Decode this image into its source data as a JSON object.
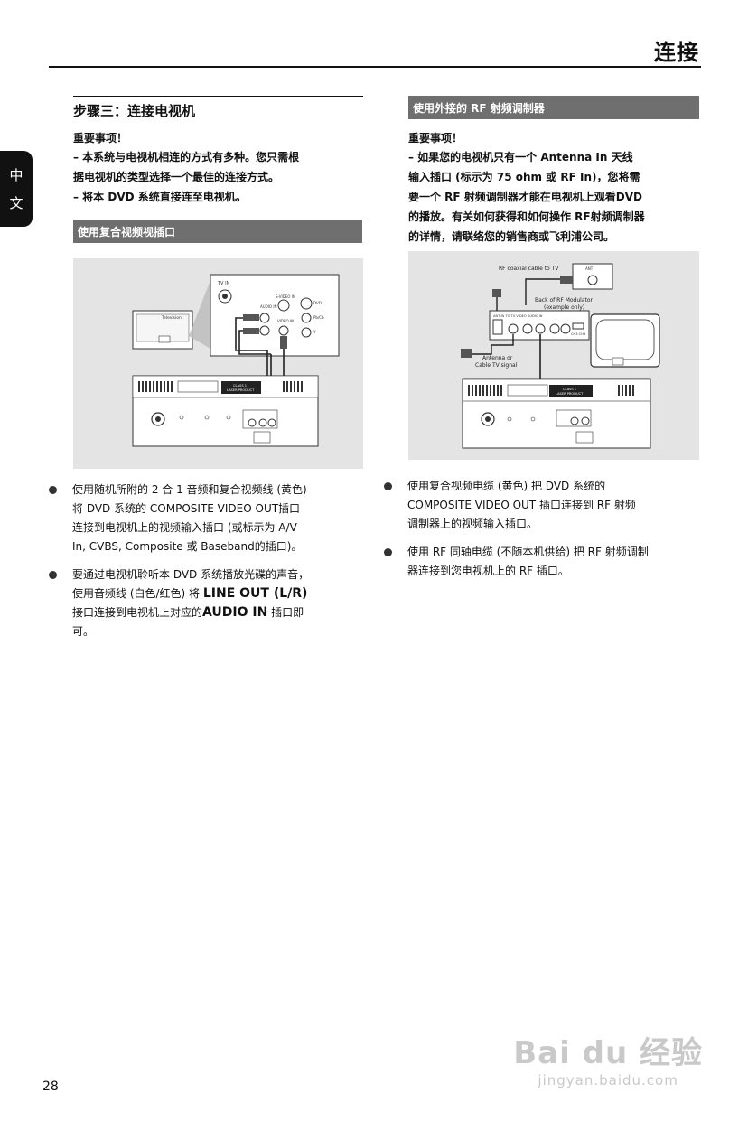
{
  "header": {
    "title": "连接"
  },
  "language_tab": {
    "chars": [
      "中",
      "文"
    ]
  },
  "left": {
    "heading": "步骤三：连接电视机",
    "important_title": "重要事项！",
    "important_lines": [
      "–  本系统与电视机相连的方式有多种。您只需根",
      "据电视机的类型选择一个最佳的连接方式。",
      "–  将本 DVD 系统直接连至电视机。"
    ],
    "section_bar": "使用复合视频视插口",
    "figure_labels": {
      "television": "Television",
      "tv_in": "TV IN",
      "audio_in": "AUDIO IN",
      "svideo_in": "S-VIDEO IN",
      "video_in": "VIDEO IN",
      "dvd": "DVD",
      "pb_pr": "Pb/Cb",
      "y": "Y",
      "class1": "CLASS 1",
      "laser_product": "LASER PRODUCT"
    },
    "bullets": [
      {
        "lines": [
          "使用随机所附的 2 合 1 音频和复合视频线 (黄色)",
          "将 DVD 系统的 COMPOSITE VIDEO OUT插口",
          "连接到电视机上的视频输入插口 (或标示为 A/V",
          "In, CVBS, Composite 或 Baseband的插口)。"
        ]
      },
      {
        "line1": "要通过电视机聆听本 DVD 系统播放光碟的声音，",
        "line2_pre": "使用音频线 (白色/红色) 将 ",
        "line2_bold": "LINE OUT (L/R)",
        "line3_pre": "接口连接到电视机上对应的",
        "line3_bold": "AUDIO IN",
        "line3_post": " 插口即",
        "line4": "可。"
      }
    ]
  },
  "right": {
    "section_bar": "使用外接的 RF 射频调制器",
    "important_title": "重要事项！",
    "important_lines": [
      "–  如果您的电视机只有一个 Antenna In 天线",
      "输入插口 (标示为 75 ohm 或 RF In)，您将需",
      "要一个 RF 射频调制器才能在电视机上观看DVD",
      "的播放。有关如何获得和如何操作 RF射频调制器",
      "的详情，请联络您的销售商或飞利浦公司。"
    ],
    "figure_labels": {
      "rf_cable": "RF coaxial cable to TV",
      "ant_in": "ANT",
      "back_of_modulator": "Back of RF Modulator",
      "example_only": "(example only)",
      "antenna_signal_1": "Antenna or",
      "antenna_signal_2": "Cable TV signal",
      "mod_ports": "ANT IN   TO TV  VIDEO   AUDIO IN",
      "ch": "CH3  CH4",
      "class1": "CLASS 1",
      "laser_product": "LASER PRODUCT"
    },
    "bullets": [
      {
        "lines": [
          "使用复合视频电缆 (黄色) 把 DVD 系统的",
          "COMPOSITE VIDEO OUT 插口连接到 RF 射频",
          "调制器上的视频输入插口。"
        ]
      },
      {
        "lines": [
          "使用 RF 同轴电缆 (不随本机供给) 把 RF 射频调制",
          "器连接到您电视机上的 RF 插口。"
        ]
      }
    ]
  },
  "page_number": "28",
  "watermark": {
    "line1": "Bai du 经验",
    "line2": "jingyan.baidu.com"
  }
}
